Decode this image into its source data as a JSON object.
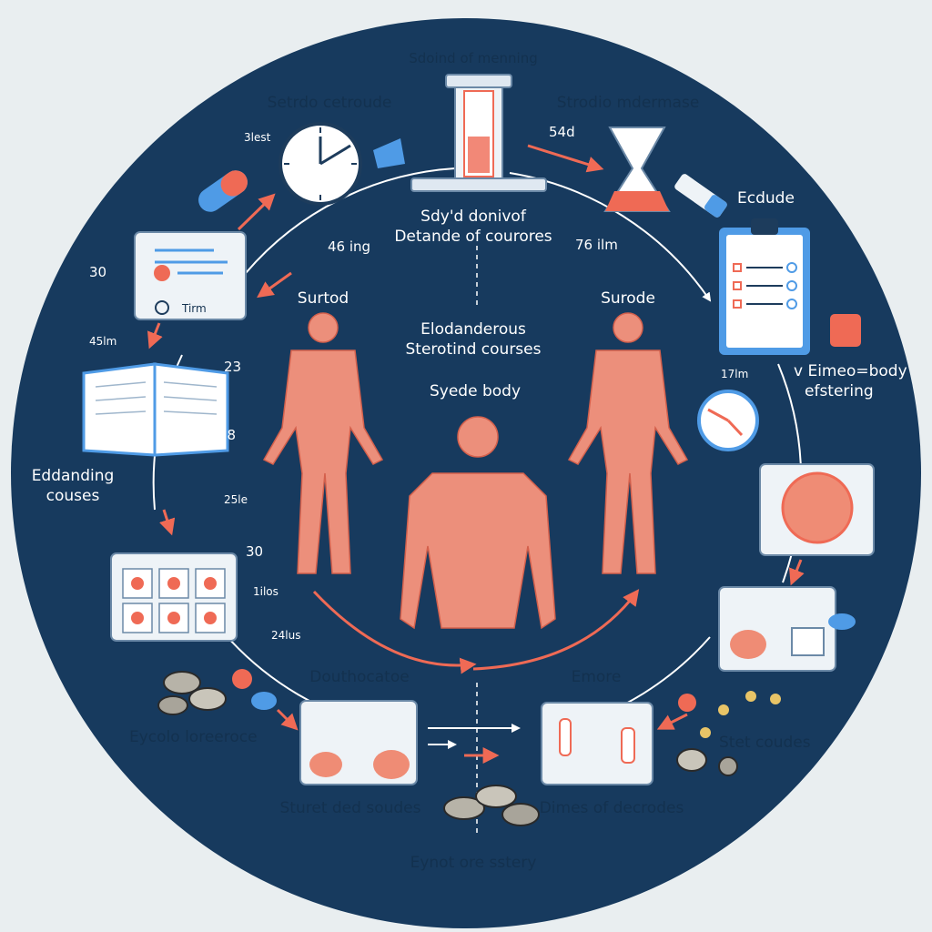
{
  "colors": {
    "background": "#e9eef0",
    "circle": "#173a5e",
    "accent_red": "#ef6a55",
    "accent_blue": "#4f9be6",
    "muscle": "#ec8f7b",
    "panel": "#eef3f7"
  },
  "header_labels": {
    "top": "Sdoind of menning",
    "top_left": "Setrdo cetroude",
    "top_right": "Strodio mdermase",
    "right": "Ecdude"
  },
  "center_labels": {
    "title_line1": "Sdy'd donivof",
    "title_line2": "Detande of courores",
    "figure_left": "Surtod",
    "figure_right": "Surode",
    "middle_line1": "Elodanderous",
    "middle_line2": "Sterotind courses",
    "body": "Syede body"
  },
  "side_labels": {
    "left_mid_line1": "Eddanding",
    "left_mid_line2": "couses",
    "right_mid_line1": "v Eimeo=body",
    "right_mid_line2": "efstering",
    "clipboard_text": "Tirm"
  },
  "bottom_labels": {
    "bottom_left_top": "Douthocatoe",
    "bottom_right_top": "Emore",
    "eyco": "Eycolo loreeroce",
    "ster": "Stet coudes",
    "sturet": "Sturet ded soudes",
    "dimes": "Dimes of decrodes",
    "bottom": "Eynot ore sstery"
  },
  "numbers": {
    "n_5bst": "3lest",
    "n_54d": "54d",
    "n_46": "46 ing",
    "n_76": "76 ilm",
    "n_30a": "30",
    "n_45": "45lm",
    "n_17": "17lm",
    "n_23": "23",
    "n_78": "78",
    "n_25": "25le",
    "n_30b": "30",
    "n_1": "1ilos",
    "n_24": "24lus"
  },
  "icons": [
    "hourglass-icon",
    "clock-icon",
    "flask-icon",
    "syringe-icon",
    "clipboard-icon",
    "book-icon",
    "calendar-icon",
    "pills-icon",
    "capsule-icon",
    "timer-icon",
    "microscope-slide-icon",
    "lab-device-icon",
    "muscle-figure-icon",
    "torso-icon"
  ]
}
